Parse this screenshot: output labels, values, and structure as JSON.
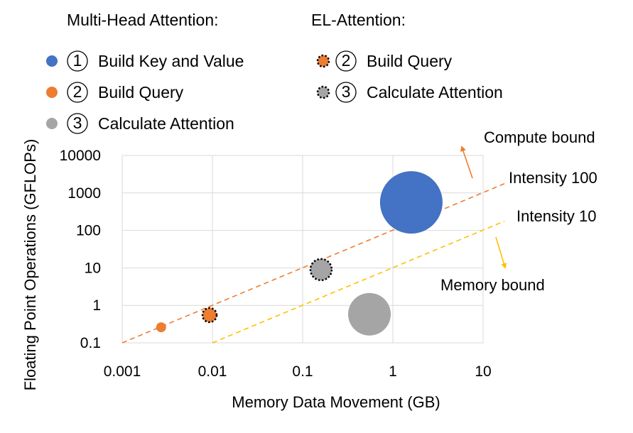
{
  "chart_data": {
    "type": "scatter",
    "x_scale": "log",
    "y_scale": "log",
    "xlabel": "Memory Data Movement (GB)",
    "ylabel": "Floating Point Operations  (GFLOPs)",
    "xlim": [
      0.001,
      10
    ],
    "ylim": [
      0.1,
      10000
    ],
    "x_ticks": [
      "0.001",
      "0.01",
      "0.1",
      "1",
      "10"
    ],
    "y_ticks": [
      "0.1",
      "1",
      "10",
      "100",
      "1000",
      "10000"
    ],
    "grid": true,
    "legend": {
      "placement": "top",
      "groups": [
        {
          "title": "Multi-Head Attention:",
          "entries": [
            {
              "number": "①",
              "label": "Build Key and Value",
              "color": "#4472C4",
              "dotted": false
            },
            {
              "number": "②",
              "label": "Build Query",
              "color": "#ED7D31",
              "dotted": false
            },
            {
              "number": "③",
              "label": "Calculate Attention",
              "color": "#A5A5A5",
              "dotted": false
            }
          ]
        },
        {
          "title": "EL-Attention:",
          "entries": [
            {
              "number": "②",
              "label": "Build Query",
              "color": "#ED7D31",
              "dotted": true
            },
            {
              "number": "③",
              "label": "Calculate Attention",
              "color": "#A5A5A5",
              "dotted": true
            }
          ]
        }
      ]
    },
    "series": [
      {
        "name": "Build Key and Value",
        "group": "Multi-Head Attention",
        "color": "#4472C4",
        "dotted": false,
        "x": 1.6,
        "y": 560,
        "size": 44
      },
      {
        "name": "Build Query",
        "group": "Multi-Head Attention",
        "color": "#ED7D31",
        "dotted": false,
        "x": 0.0027,
        "y": 0.26,
        "size": 7
      },
      {
        "name": "Calculate Attention",
        "group": "Multi-Head Attention",
        "color": "#A5A5A5",
        "dotted": false,
        "x": 0.55,
        "y": 0.58,
        "size": 30
      },
      {
        "name": "Build Query",
        "group": "EL-Attention",
        "color": "#ED7D31",
        "dotted": true,
        "x": 0.0093,
        "y": 0.55,
        "size": 10
      },
      {
        "name": "Calculate Attention",
        "group": "EL-Attention",
        "color": "#A5A5A5",
        "dotted": true,
        "x": 0.16,
        "y": 9,
        "size": 15
      }
    ],
    "reference_lines": [
      {
        "label": "Intensity 100",
        "intensity": 100,
        "color": "#ED7D31",
        "style": "dashed",
        "x_range": [
          0.001,
          10
        ]
      },
      {
        "label": "Intensity 10",
        "intensity": 10,
        "color": "#FFC000",
        "style": "dashed",
        "x_range": [
          0.01,
          10
        ]
      }
    ],
    "annotations": [
      {
        "text": "Compute bound",
        "arrow_color": "#ED7D31",
        "direction": "up-left"
      },
      {
        "text": "Memory bound",
        "arrow_color": "#FFC000",
        "direction": "down-right"
      }
    ]
  }
}
